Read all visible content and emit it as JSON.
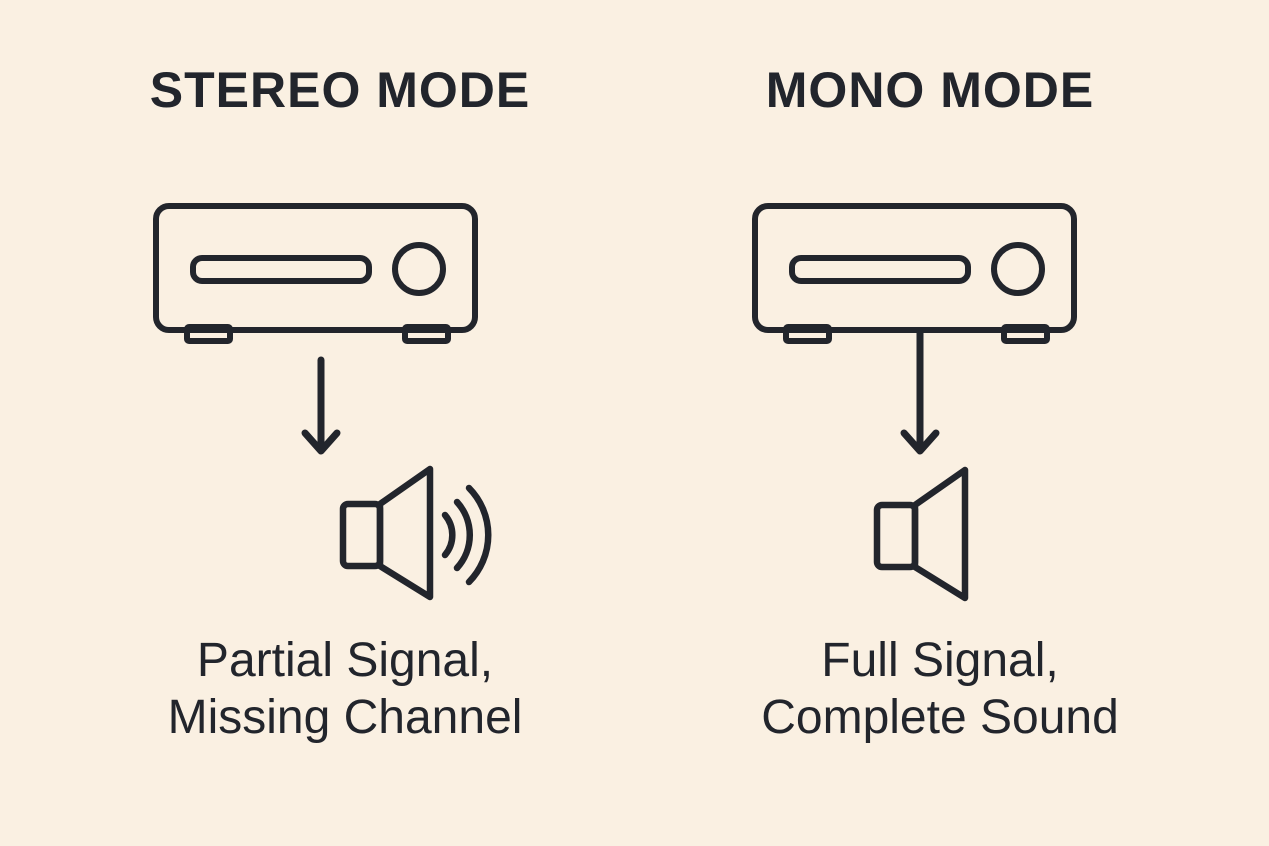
{
  "colors": {
    "background": "#faf0e2",
    "ink": "#22252c"
  },
  "columns": [
    {
      "id": "stereo",
      "title": "STEREO MODE",
      "icons": [
        "receiver-icon",
        "down-arrow-icon",
        "speaker-with-waves-icon"
      ],
      "caption_line1": "Partial Signal,",
      "caption_line2": "Missing Channel"
    },
    {
      "id": "mono",
      "title": "MONO MODE",
      "icons": [
        "receiver-icon",
        "down-arrow-icon",
        "speaker-icon"
      ],
      "caption_line1": "Full Signal,",
      "caption_line2": "Complete Sound"
    }
  ]
}
